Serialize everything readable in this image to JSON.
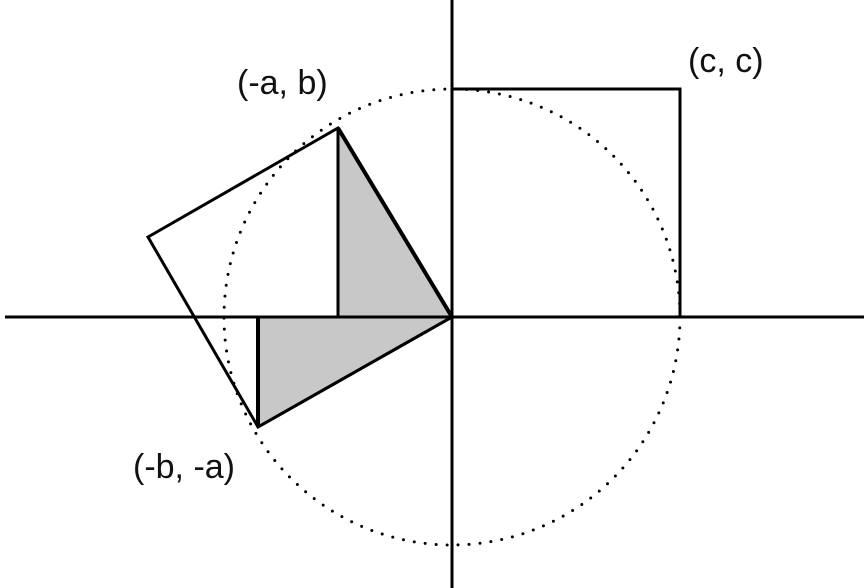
{
  "labels": {
    "point_c_c": "(c, c)",
    "point_neg_a_b": "(-a, b)",
    "point_neg_b_neg_a": "(-b, -a)"
  },
  "colors": {
    "stroke": "#000000",
    "triangle_fill": "#c8c8c8",
    "background": "#ffffff"
  }
}
